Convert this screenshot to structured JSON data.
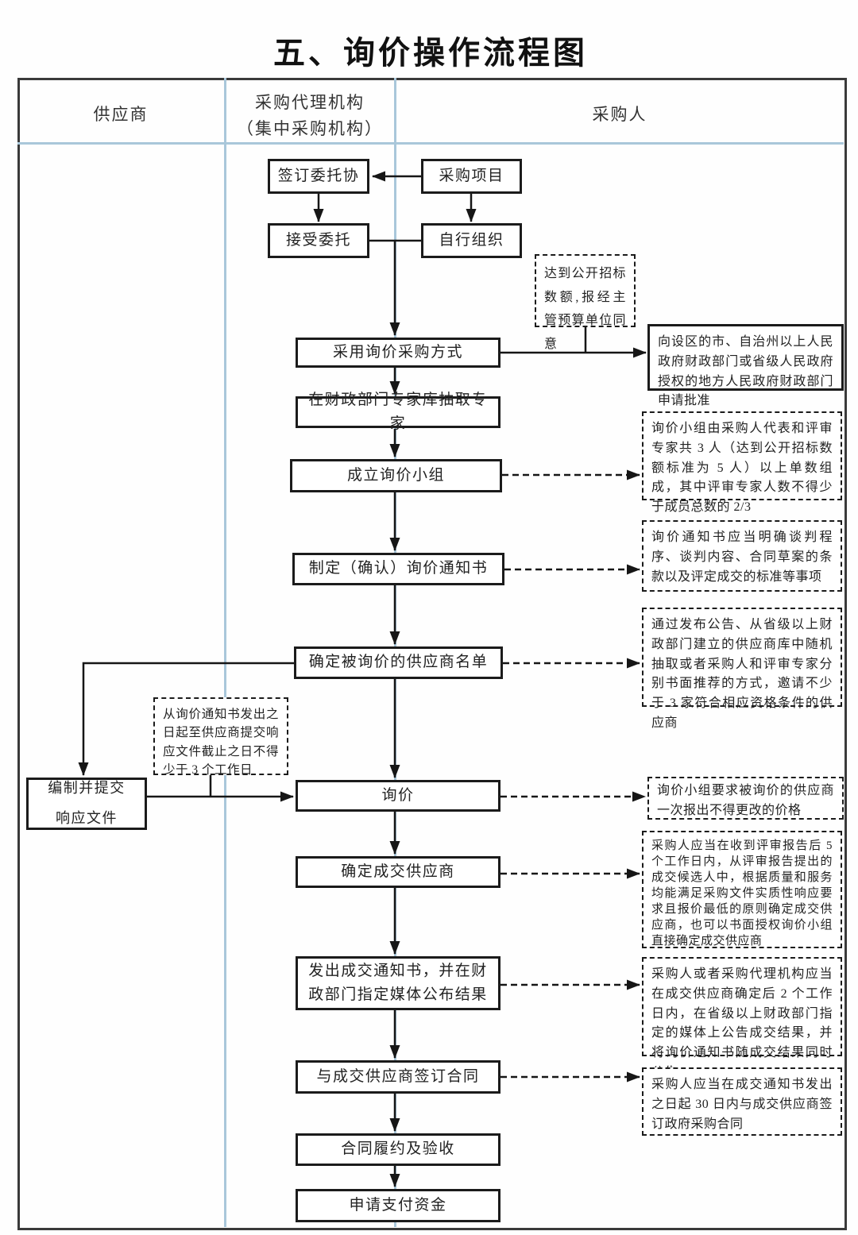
{
  "title": "五、询价操作流程图",
  "lanes": {
    "supplier": "供应商",
    "agency": "采购代理机构\n（集中采购机构）",
    "purchaser": "采购人"
  },
  "nodes": {
    "sign_agreement": "签订委托协",
    "procurement_project": "采购项目",
    "accept_entrustment": "接受委托",
    "self_organize": "自行组织",
    "adopt_inquiry": "采用询价采购方式",
    "extract_experts": "在财政部门专家库抽取专家",
    "form_inquiry_team": "成立询价小组",
    "make_inquiry_notice": "制定（确认）询价通知书",
    "determine_supplier_list": "确定被询价的供应商名单",
    "prepare_response": "编制并提交\n响应文件",
    "inquiry": "询价",
    "determine_winner": "确定成交供应商",
    "issue_notice": "发出成交通知书，并在财政部门指定媒体公布结果",
    "sign_contract": "与成交供应商签订合同",
    "contract_acceptance": "合同履约及验收",
    "apply_payment": "申请支付资金"
  },
  "annotations": {
    "reach_threshold": "达到公开招标数额,报经主管预算单位同意",
    "apply_approval": "向设区的市、自治州以上人民政府财政部门或省级人民政府授权的地方人民政府财政部门申请批准",
    "team_composition": "询价小组由采购人代表和评审专家共 3 人（达到公开招标数额标准为 5 人）以上单数组成，其中评审专家人数不得少于成员总数的 2/3",
    "notice_content": "询价通知书应当明确谈判程序、谈判内容、合同草案的条款以及评定成交的标准等事项",
    "supplier_selection": "通过发布公告、从省级以上财政部门建立的供应商库中随机抽取或者采购人和评审专家分别书面推荐的方式，邀请不少于 3 家符合相应资格条件的供应商",
    "min_days": "从询价通知书发出之日起至供应商提交响应文件截止之日不得少于 3 个工作日",
    "one_quote": "询价小组要求被询价的供应商一次报出不得更改的价格",
    "winner_rule": "采购人应当在收到评审报告后 5 个工作日内，从评审报告提出的成交候选人中，根据质量和服务均能满足采购文件实质性响应要求且报价最低的原则确定成交供应商，也可以书面授权询价小组直接确定成交供应商",
    "announce_rule": "采购人或者采购代理机构应当在成交供应商确定后 2 个工作日内，在省级以上财政部门指定的媒体上公告成交结果，并将询价通知书随成交结果同时公告",
    "contract_rule": "采购人应当在成交通知书发出之日起 30 日内与成交供应商签订政府采购合同"
  },
  "colors": {
    "lane_line": "#a9c7da",
    "border_dark": "#1b1b1b"
  }
}
